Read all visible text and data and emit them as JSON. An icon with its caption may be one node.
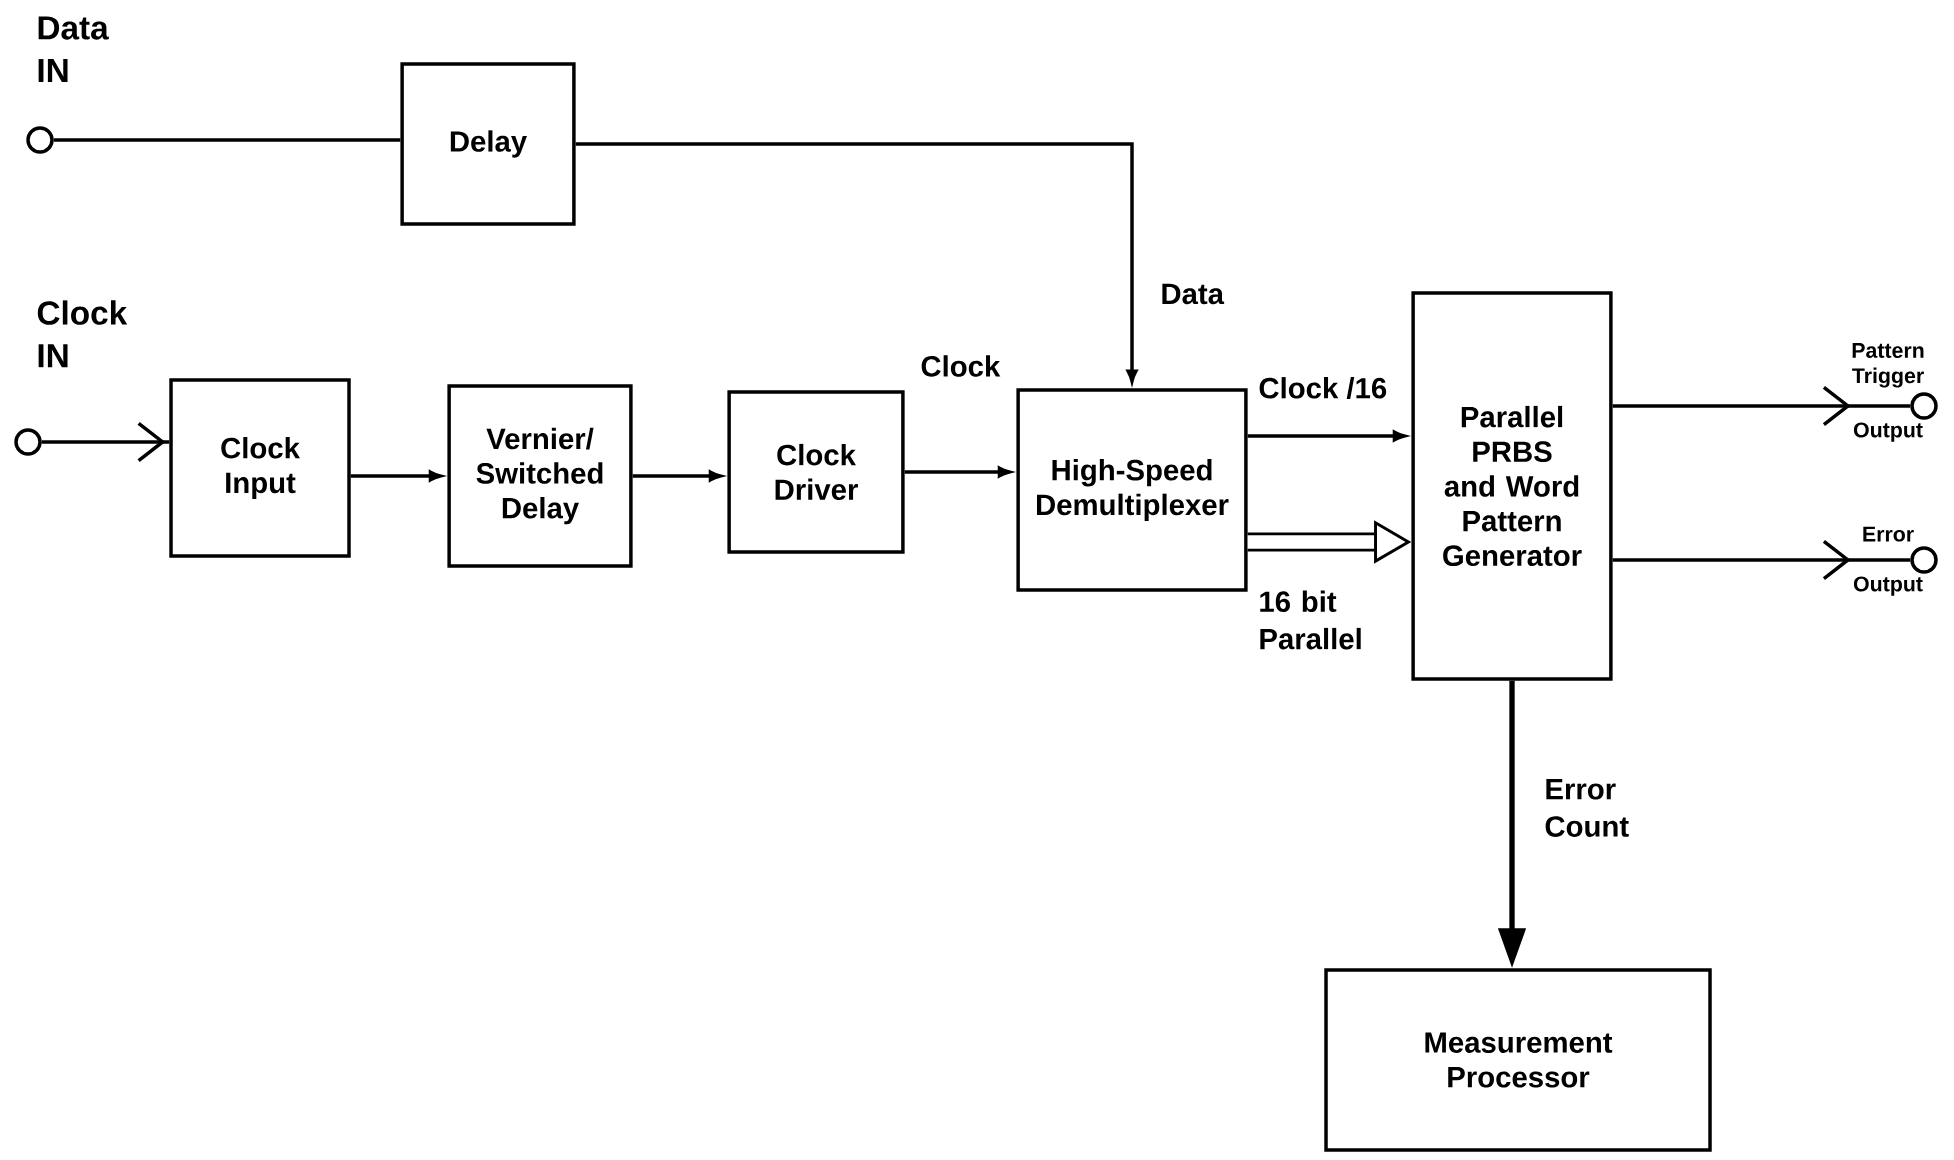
{
  "diagram": {
    "nodes": [
      {
        "text": [],
        "shape": "circle",
        "beside": [
          "Data IN"
        ]
      },
      {
        "text": [
          "Delay"
        ]
      },
      {
        "text": [],
        "shape": "circle",
        "beside": [
          "Clock IN"
        ]
      },
      {
        "text": [
          "Clock Input"
        ]
      },
      {
        "text": [
          "Vernier/ Switched Delay"
        ]
      },
      {
        "text": [
          "Clock Driver"
        ]
      },
      {
        "text": [
          "High-Speed Demultiplexer"
        ]
      },
      {
        "text": [
          "Parallel PRBS and Word Pattern Generator"
        ]
      },
      {
        "text": [],
        "shape": "circle",
        "beside": [
          "Pattern Trigger",
          "Output"
        ]
      },
      {
        "text": [],
        "shape": "circle",
        "beside": [
          "Error",
          "Output"
        ]
      },
      {
        "text": [
          "Measurement Processor"
        ]
      }
    ],
    "edges": [
      {
        "from": 0,
        "to": 1,
        "arrow": "none"
      },
      {
        "from": 1,
        "to": 6,
        "arrow": "to",
        "label": "Data"
      },
      {
        "from": 2,
        "to": 3,
        "arrow": "to"
      },
      {
        "from": 3,
        "to": 4,
        "arrow": "to"
      },
      {
        "from": 4,
        "to": 5,
        "arrow": "to"
      },
      {
        "from": 5,
        "to": 6,
        "arrow": "to",
        "label": "Clock"
      },
      {
        "from": 6,
        "to": 7,
        "arrow": "to",
        "label": "Clock /16"
      },
      {
        "from": 6,
        "to": 7,
        "arrow": "to",
        "label": "16 bit Parallel",
        "style": "thick"
      },
      {
        "from": 7,
        "to": 8,
        "arrow": "to"
      },
      {
        "from": 7,
        "to": 9,
        "arrow": "to"
      },
      {
        "from": 7,
        "to": 10,
        "arrow": "to",
        "label": "Error Count"
      }
    ]
  }
}
